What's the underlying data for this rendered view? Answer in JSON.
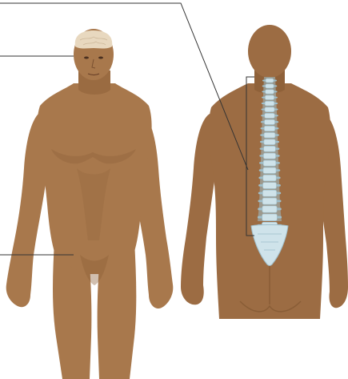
{
  "figure": {
    "figures": [
      {
        "name": "front-figure",
        "view": "anterior"
      },
      {
        "name": "back-figure",
        "view": "posterior"
      }
    ],
    "highlighted_structures": [
      "brain",
      "vertebral-column"
    ],
    "leader_lines": [
      "brain-leader",
      "spine-leader",
      "pelvis-leader"
    ],
    "colors": {
      "skin": "#a8784c",
      "skin_shadow": "#8c5f38",
      "skin_highlight": "#b98a5d",
      "back_skin": "#9c6c43",
      "brain": "#e8d8bf",
      "spine": "#cfe3ea",
      "spine_shadow": "#9fbfcb",
      "leader": "#333333"
    }
  }
}
